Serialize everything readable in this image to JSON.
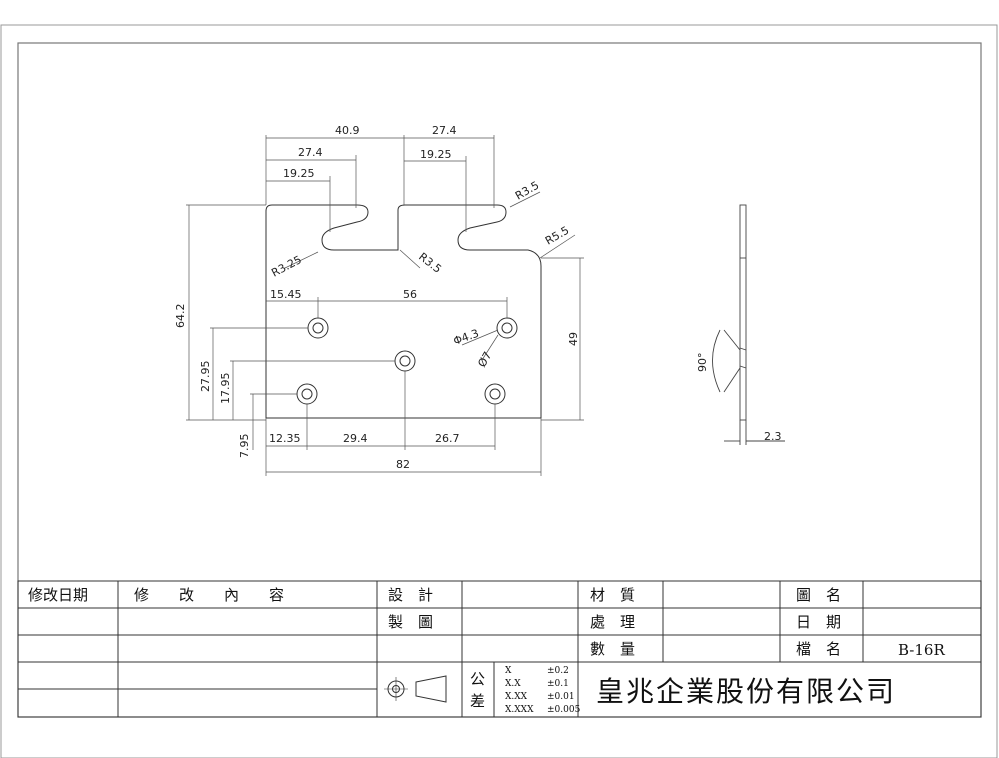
{
  "drawing": {
    "dimensions": {
      "top_left_409": "40.9",
      "top_left_274": "27.4",
      "top_left_1925": "19.25",
      "top_right_274": "27.4",
      "top_right_1925": "19.25",
      "radius_r35_top": "R3.5",
      "radius_r55": "R5.5",
      "radius_r325": "R3.25",
      "radius_r35_bottom": "R3.5",
      "height_642": "64.2",
      "height_49": "49",
      "height_2795": "27.95",
      "height_1795": "17.95",
      "height_795": "7.95",
      "horiz_1545": "15.45",
      "horiz_56": "56",
      "hole_dia_43": "Φ4.3",
      "hole_dia_7": "Ø7",
      "bottom_1235": "12.35",
      "bottom_294": "29.4",
      "bottom_267": "26.7",
      "overall_82": "82",
      "side_angle_90": "90°",
      "side_thickness_23": "2.3"
    }
  },
  "title_block": {
    "revision_date": "修改日期",
    "revision_content": "修　　改　　內　　容",
    "design": "設　計",
    "drafting": "製　圖",
    "material": "材　質",
    "treatment": "處　理",
    "quantity": "數　量",
    "drawing_name": "圖　名",
    "date": "日　期",
    "file_name": "檔　名",
    "file_value": "B-16R",
    "tolerance_label_1": "公",
    "tolerance_label_2": "差",
    "tol_x": "X",
    "tol_x_val": "±0.2",
    "tol_xx": "X.X",
    "tol_xx_val": "±0.1",
    "tol_xxx": "X.XX",
    "tol_xxx_val": "±0.01",
    "tol_xxxx": "X.XXX",
    "tol_xxxx_val": "±0.005",
    "company": "皇兆企業股份有限公司"
  }
}
